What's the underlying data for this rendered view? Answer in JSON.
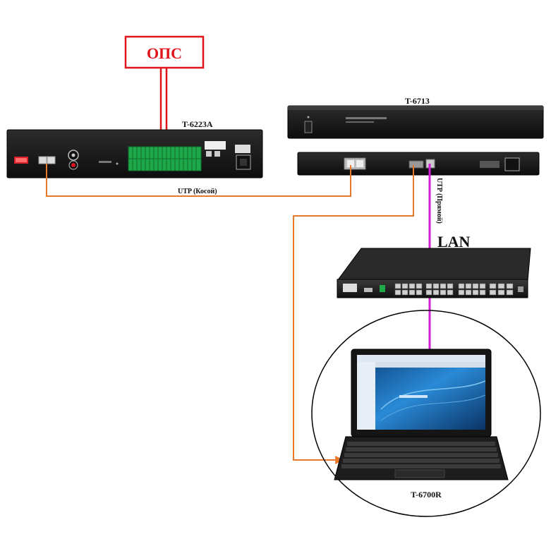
{
  "labels": {
    "ops": "ОПС",
    "t6223a": "T-6223A",
    "t6713": "T-6713",
    "utp_cross": "UTP (Косой)",
    "utp_straight": "UTP (Прямой)",
    "lan": "LAN",
    "t6700r": "T-6700R"
  },
  "colors": {
    "ops_border": "#e0141b",
    "ops_wire": "#e0141b",
    "utp_wire": "#e8782a",
    "lan_wire": "#d61ad6",
    "terminal_green": "#1fa84a",
    "device_body": "#1c1c1c",
    "screen_blue": "#1f6fb8"
  },
  "icons": [
    "rack-amplifier-device",
    "rack-network-matrix-device",
    "network-switch-device",
    "laptop-device"
  ]
}
